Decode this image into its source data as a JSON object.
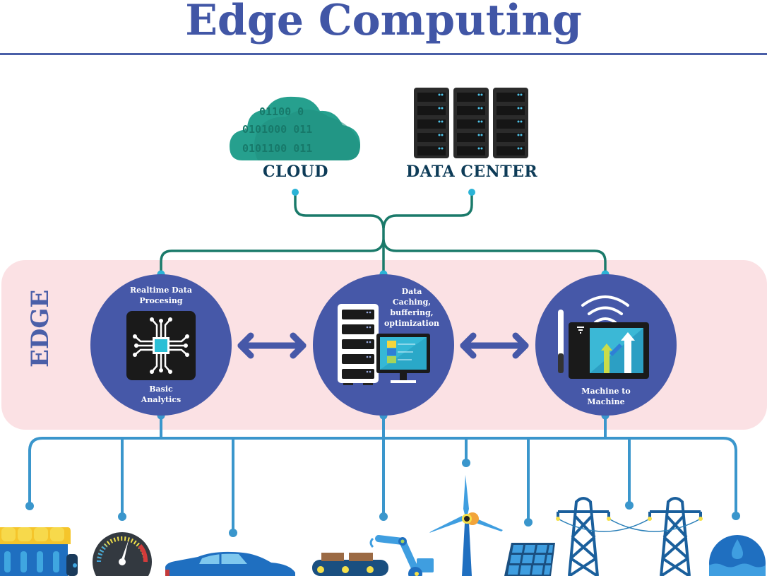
{
  "header": {
    "title": "Edge Computing"
  },
  "top_nodes": [
    {
      "id": "cloud",
      "label": "CLOUD",
      "icon": "cloud-icon",
      "binary_lines": [
        "01100 0",
        "0101000 011",
        "0101100 011"
      ]
    },
    {
      "id": "data_center",
      "label": "DATA CENTER",
      "icon": "server-racks-icon"
    }
  ],
  "edge": {
    "label": "EDGE",
    "nodes": [
      {
        "id": "realtime",
        "top_label": "Realtime Data Procesing",
        "top_lines": [
          "Realtime Data",
          "Procesing"
        ],
        "bottom_lines": [
          "Basic",
          "Analytics"
        ],
        "icon": "processor-chip-icon"
      },
      {
        "id": "caching",
        "top_lines": [
          "Data",
          "Caching,",
          "buffering,",
          "optimization"
        ],
        "icon": "server-monitor-icon"
      },
      {
        "id": "m2m",
        "bottom_lines": [
          "Machine to",
          "Machine"
        ],
        "icon": "wireless-tablet-chart-icon"
      }
    ],
    "arrows": [
      "bidirectional-arrow",
      "bidirectional-arrow"
    ]
  },
  "devices": [
    {
      "id": "engine",
      "icon": "engine-icon"
    },
    {
      "id": "gauge",
      "icon": "speedometer-icon"
    },
    {
      "id": "car",
      "icon": "car-icon"
    },
    {
      "id": "robot_arm",
      "icon": "robotic-arm-conveyor-icon"
    },
    {
      "id": "wind_turbine",
      "icon": "wind-turbine-icon"
    },
    {
      "id": "solar_panel",
      "icon": "solar-panel-icon"
    },
    {
      "id": "power_lines",
      "icon": "power-pylons-icon"
    },
    {
      "id": "water",
      "icon": "water-drop-icon"
    }
  ],
  "colors": {
    "title": "#4156a6",
    "circle": "#4658a8",
    "edge_band": "#fbe1e4",
    "top_connector": "#1a7a6a",
    "bottom_connector": "#3a96cc",
    "dot": "#2bb3d6",
    "cloud": "#26a08e",
    "dark_label": "#0d3b57"
  }
}
